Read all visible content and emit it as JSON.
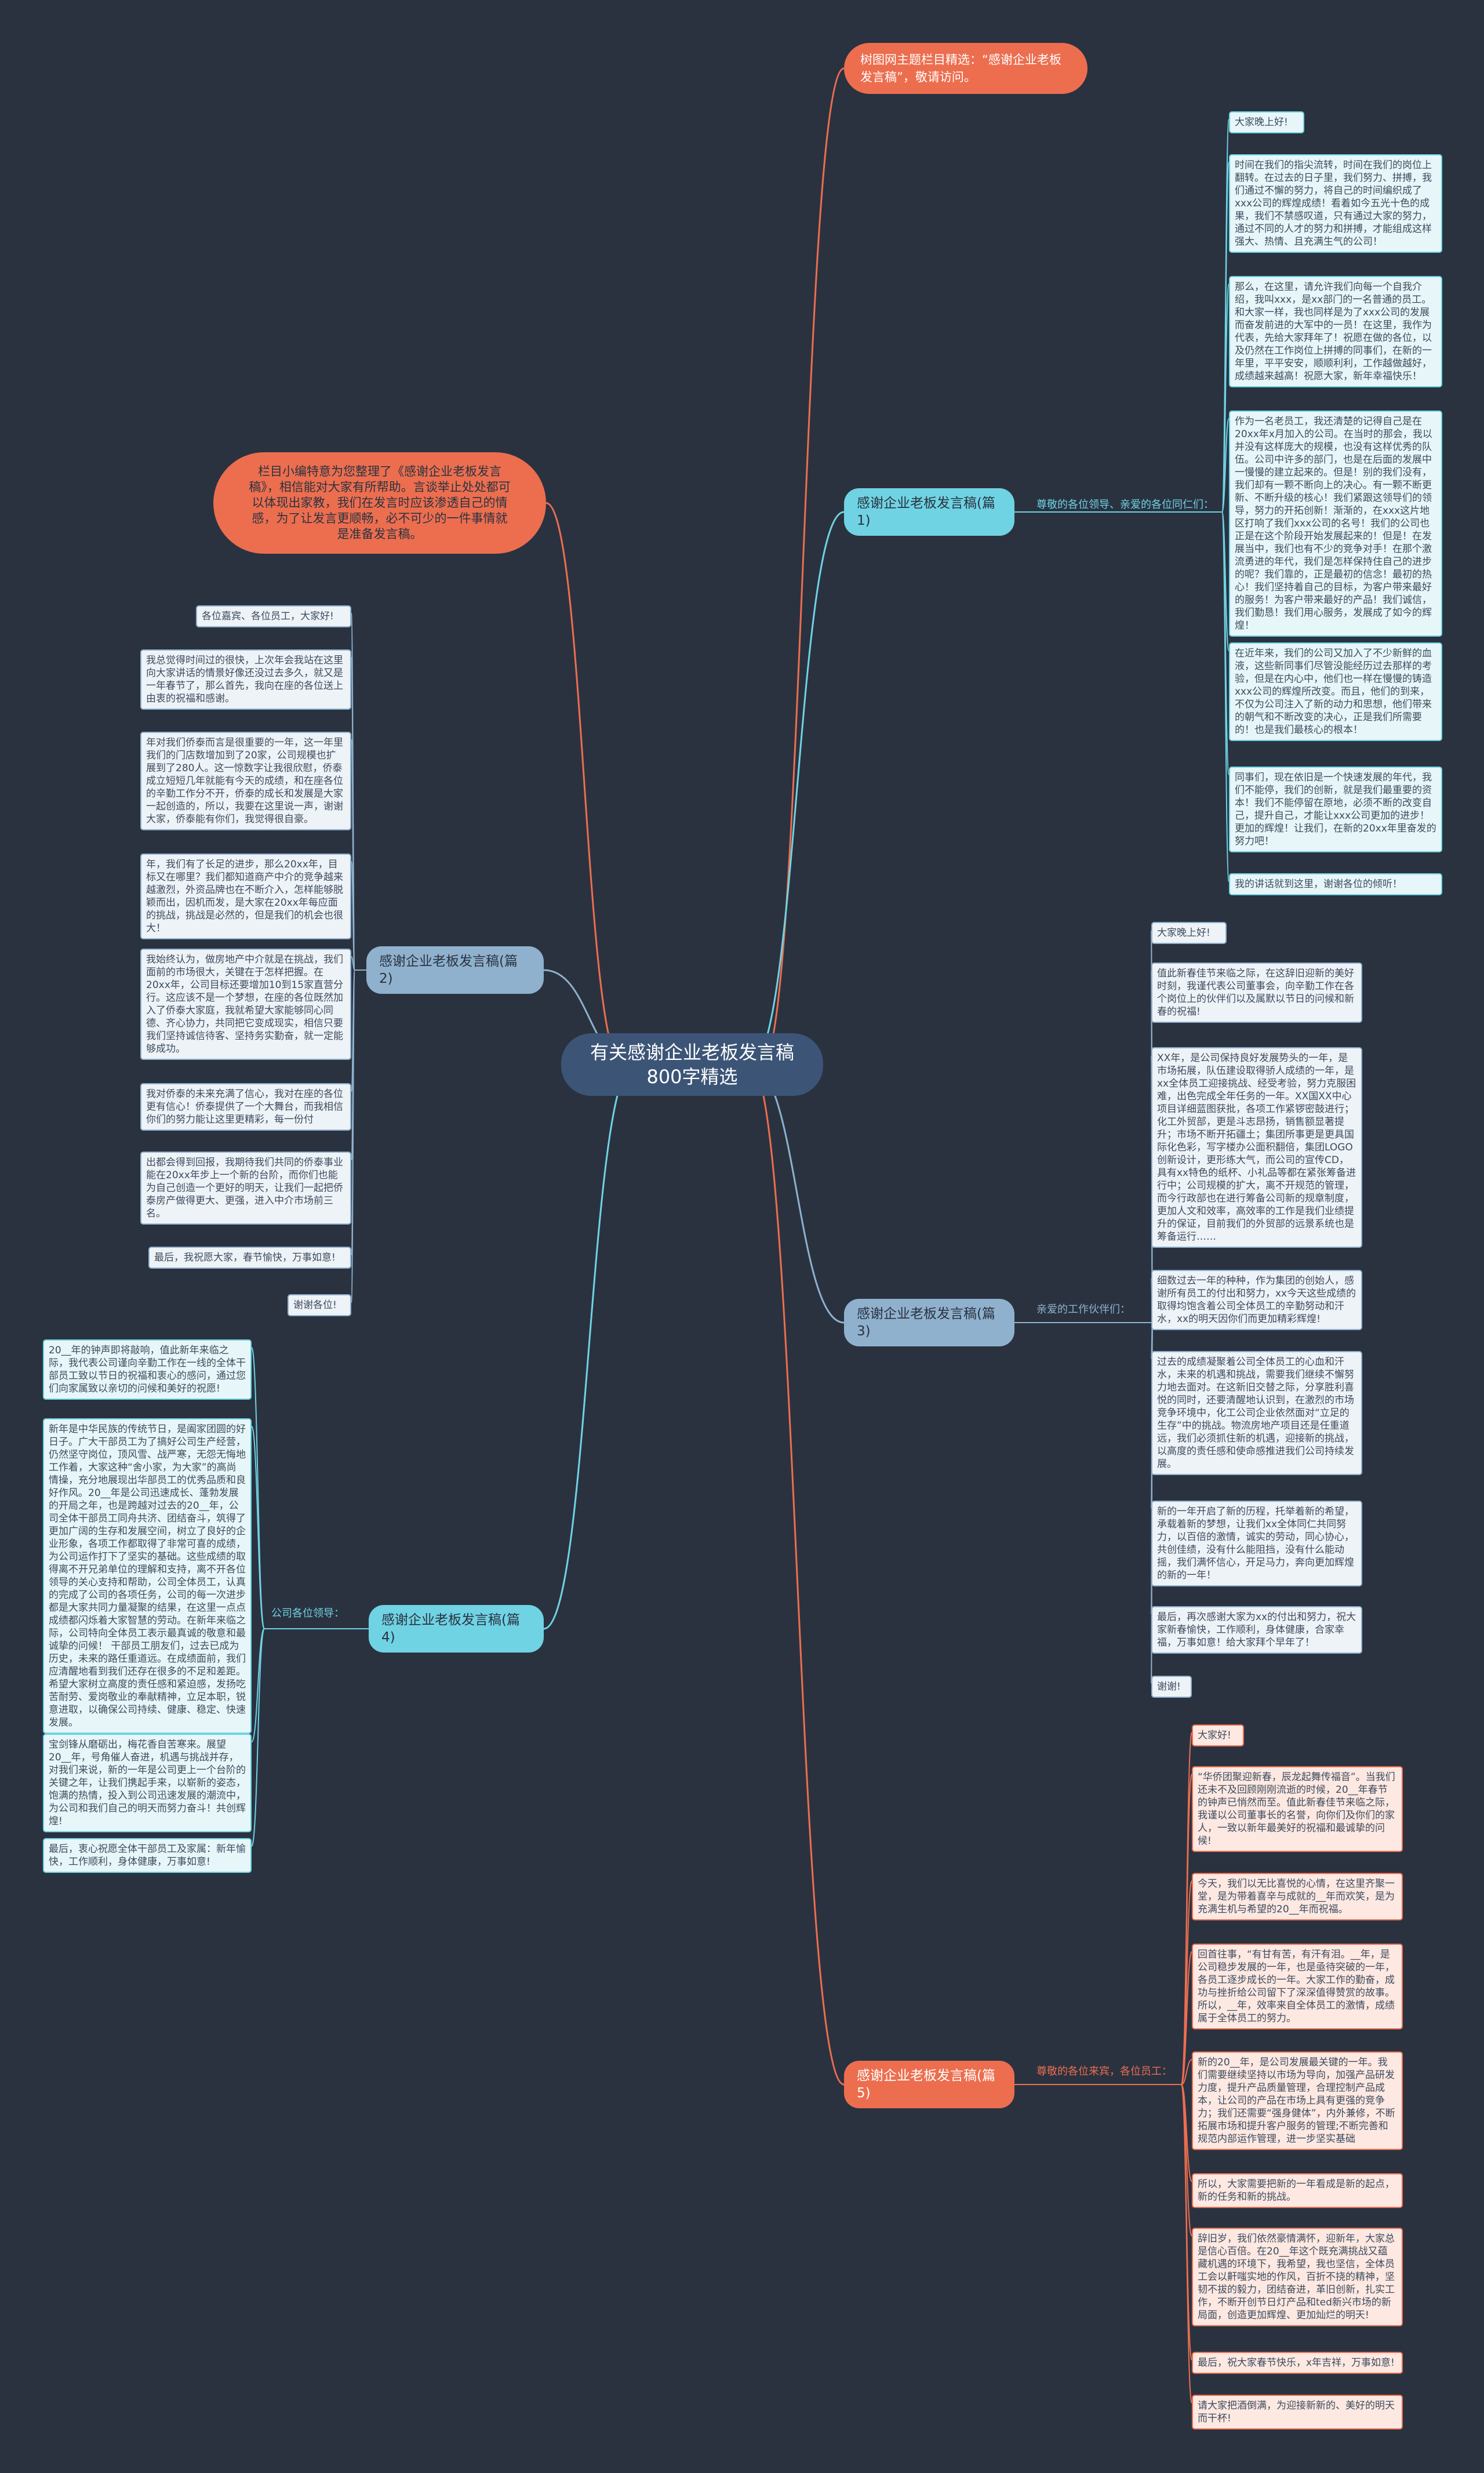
{
  "root": {
    "title": "有关感谢企业老板发言稿800字精选"
  },
  "intro_bubble": {
    "text": "树图网主题栏目精选：“感谢企业老板发言稿”，敬请访问。"
  },
  "editor_bubble": {
    "text": "栏目小编特意为您整理了《感谢企业老板发言稿》，相信能对大家有所帮助。言谈举止处处都可以体现出家教，我们在发言时应该渗透自己的情感，为了让发言更顺畅，必不可少的一件事情就是准备发言稿。"
  },
  "branches": [
    {
      "title": "感谢企业老板发言稿(篇1)",
      "label": "尊敬的各位领导、亲爱的各位同仁们：",
      "leaves": [
        "大家晚上好!",
        "时间在我们的指尖流转，时间在我们的岗位上翻转。在过去的日子里，我们努力、拼搏，我们通过不懈的努力，将自己的时间编织成了xxx公司的辉煌成绩！看着如今五光十色的成果，我们不禁感叹道，只有通过大家的努力，通过不同的人才的努力和拼搏，才能组成这样强大、热情、且充满生气的公司！",
        "那么，在这里，请允许我们向每一个自我介绍，我叫xxx，是xx部门的一名普通的员工。和大家一样，我也同样是为了xxx公司的发展而奋发前进的大军中的一员！在这里，我作为代表，先给大家拜年了！祝愿在做的各位，以及仍然在工作岗位上拼搏的同事们，在新的一年里，平平安安，顺顺利利，工作越做越好，成绩越来越高！祝愿大家，新年幸福快乐！",
        "作为一名老员工，我还清楚的记得自己是在20xx年x月加入的公司。在当时的那会，我以并没有这样庞大的规模，也没有这样优秀的队伍。公司中许多的部门，也是在后面的发展中一慢慢的建立起来的。但是！别的我们没有，我们却有一颗不断向上的决心。有一颗不断更新、不断升级的核心！我们紧跟这领导们的领导，努力的开拓创新！渐渐的，在xxx这片地区打响了我们xxx公司的名号！我们的公司也正是在这个阶段开始发展起来的！但是！在发展当中，我们也有不少的竞争对手！在那个激流勇进的年代，我们是怎样保持住自己的进步的呢？我们靠的，正是最初的信念！最初的热心！我们坚持着自己的目标，为客户带来最好的服务！为客户带来最好的产品！我们诚信，我们勤恳！我们用心服务，发展成了如今的辉煌！",
        "在近年来，我们的公司又加入了不少新鲜的血液，这些新同事们尽管没能经历过去那样的考验，但是在内心中，他们也一样在慢慢的铸造xxx公司的辉煌所改变。而且，他们的到来，不仅为公司注入了新的动力和思想，他们带来的朝气和不断改变的决心，正是我们所需要的！也是我们最核心的根本！",
        "同事们，现在依旧是一个快速发展的年代，我们不能停，我们的创新，就是我们最重要的资本！我们不能停留在原地，必须不断的改变自己，提升自己，才能让xxx公司更加的进步！更加的辉煌！让我们，在新的20xx年里奋发的努力吧！",
        "我的讲话就到这里，谢谢各位的倾听！"
      ]
    },
    {
      "title": "感谢企业老板发言稿(篇2)",
      "label": "",
      "leaves": [
        "各位嘉宾、各位员工，大家好!",
        "我总觉得时间过的很快，上次年会我站在这里向大家讲话的情景好像还没过去多久，就又是一年春节了，那么首先，我向在座的各位送上由衷的祝福和感谢。",
        "年对我们侨泰而言是很重要的一年，这一年里我们的门店数增加到了20家，公司规模也扩展到了280人。这一惊数字让我很欣慰，侨泰成立短短几年就能有今天的成绩，和在座各位的辛勤工作分不开，侨泰的成长和发展是大家一起创造的，所以，我要在这里说一声，谢谢大家，侨泰能有你们，我觉得很自豪。",
        "年，我们有了长足的进步，那么20xx年，目标又在哪里？我们都知道商产中介的竞争越来越激烈，外资品牌也在不断介入，怎样能够脱颖而出，因机而发，是大家在20xx年每应面的挑战，挑战是必然的，但是我们的机会也很大！",
        "我始终认为，做房地产中介就是在挑战，我们面前的市场很大，关键在于怎样把握。在20xx年，公司目标还要增加10到15家直营分行。这应该不是一个梦想，在座的各位既然加入了侨泰大家庭，我就希望大家能够同心同德、齐心协力，共同把它变成现实，相信只要我们坚持诚信待客、坚持务实勤奋，就一定能够成功。",
        "我对侨泰的未来充满了信心，我对在座的各位更有信心！侨泰提供了一个大舞台，而我相信你们的努力能让这里更精彩，每一份付",
        "出都会得到回报，我期待我们共同的侨泰事业能在20xx年步上一个新的台阶，而你们也能为自己创造一个更好的明天，让我们一起把侨泰房产做得更大、更强，进入中介市场前三名。",
        "最后，我祝愿大家，春节愉快，万事如意!",
        "谢谢各位!"
      ]
    },
    {
      "title": "感谢企业老板发言稿(篇3)",
      "label": "亲爱的工作伙伴们：",
      "leaves": [
        "大家晚上好!",
        "值此新春佳节来临之际，在这辞旧迎新的美好时刻，我谨代表公司董事会，向辛勤工作在各个岗位上的伙伴们以及属默以节日的问候和新春的祝福!",
        "XX年，是公司保持良好发展势头的一年，是市场拓展，队伍建设取得骄人成绩的一年，是xx全体员工迎接挑战、经受考验，努力克服困难，出色完成全年任务的一年。XX国XX中心项目详细蓝图获批，各项工作紧锣密鼓进行；化工外贸部，更是斗志昂扬，销售额显著提升；市场不断开拓疆土；集团所事更是更具国际化色彩，写字楼办公面积翻倍，集团LOGO创新设计，更形练大气，而公司的宣传CD，具有xx特色的纸杯、小礼品等都在紧张筹备进行中；公司规模的扩大，离不开规范的管理，而今行政部也在进行筹备公司新的规章制度，更加人文和效率，高效率的工作是我们业绩提升的保证，目前我们的外贸部的远景系统也是筹备运行……",
        "细数过去一年的种种，作为集团的创始人，感谢所有员工的付出和努力，xx今天这些成绩的取得均饱含着公司全体员工的辛勤努动和汗水，xx的明天因你们而更加精彩辉煌!",
        "过去的成绩凝聚着公司全体员工的心血和汗水，未来的机遇和挑战，需要我们继续不懈努力地去面对。在这新旧交替之际，分享胜利喜悦的同时，还要清醒地认识到，在激烈的市场竞争环境中，化工公司企业依然面对“立足的生存”中的挑战。物流房地产项目还是任重道远，我们必须抓住新的机遇，迎接新的挑战，以高度的责任感和使命感推进我们公司持续发展。",
        "新的一年开启了新的历程，托举着新的希望，承载着新的梦想，让我们xx全体同仁共同努力，以百倍的激情，诚实的劳动，同心协心，共创佳绩，没有什么能阻挡，没有什么能动摇，我们满怀信心，开足马力，奔向更加辉煌的新的一年！",
        "最后，再次感谢大家为xx的付出和努力，祝大家新春愉快，工作顺利，身体健康，合家幸福，万事如意！给大家拜个早年了！",
        "谢谢!"
      ]
    },
    {
      "title": "感谢企业老板发言稿(篇4)",
      "label": "公司各位领导：",
      "leaves": [
        "20__年的钟声即将敲响，值此新年来临之际，我代表公司谨向辛勤工作在一线的全体干部员工致以节日的祝福和衷心的感问，通过您们向家属致以亲切的问候和美好的祝愿!",
        "新年是中华民族的传统节日，是阖家团圆的好日子。广大干部员工为了搞好公司生产经营，仍然坚守岗位，顶风雪、战严寒，无怨无悔地工作着，大家这种“舍小家，为大家”的高尚情操，充分地展现出华部员工的优秀品质和良好作风。20__年是公司迅速成长、蓬勃发展的开局之年，也是跨越对过去的20__年，公司全体干部员工同舟共济、团结奋斗，筑得了更加广阔的生存和发展空间，树立了良好的企业形象，各项工作都取得了非常可喜的成绩，为公司运作打下了坚实的基础。这些成绩的取得离不开兄弟单位的理解和支持，离不开各位领导的关心支持和帮助，公司全体员工，认真的完成了公司的各项任务，公司的每一次进步都是大家共同力量凝聚的结果，在这里一点点成绩都闪烁着大家智慧的劳动。在新年来临之际，公司特向全体员工表示最真诚的敬意和最诚挚的问候！ 干部员工朋友们，过去已成为历史，未来的路任重道远。在成绩面前，我们应清醒地看到我们还存在很多的不足和差距。希望大家树立高度的责任感和紧迫感，发扬吃苦耐劳、爱岗敬业的奉献精神，立足本职，锐意进取，以确保公司持续、健康、稳定、快速发展。",
        "宝剑锋从磨砺出，梅花香自苦寒来。展望20__年，号角催人奋进，机遇与挑战并存，对我们来说，新的一年是公司更上一个台阶的关键之年，让我们携起手来，以崭新的姿态，饱满的热情，投入到公司迅速发展的潮流中，为公司和我们自己的明天而努力奋斗！共创辉煌!",
        "最后，衷心祝愿全体干部员工及家属：新年愉快，工作顺利，身体健康，万事如意!"
      ]
    },
    {
      "title": "感谢企业老板发言稿(篇5)",
      "label": "尊敬的各位来宾，各位员工：",
      "leaves": [
        "大家好!",
        "“华侨团聚迎新春，辰龙起舞传福音”。当我们还未不及回顾刚刚流逝的时候，20__年春节的钟声已悄然而至。值此新春佳节来临之际，我谨以公司董事长的名誉，向你们及你们的家人，一致以新年最美好的祝福和最诚挚的问候!",
        "今天，我们以无比喜悦的心情，在这里齐聚一堂，是为带着喜辛与成就的__年而欢笑，是为充满生机与希望的20__年而祝福。",
        "回首往事，“有甘有苦，有汗有泪。__年，是公司稳步发展的一年，也是亟待突破的一年，各员工逐步成长的一年。大家工作的勤奋，成功与挫折给公司留下了深深值得赞赏的故事。所以，__年，效率来自全体员工的激情，成绩属于全体员工的努力。",
        "新的20__年，是公司发展最关键的一年。我们需要继续坚持以市场为导向，加强产品研发力度，提升产品质量管理，合理控制产品成本，让公司的产品在市场上具有更强的竞争力；我们还需要“强身健体”，内外兼修，不断拓展市场和提升客户服务的管理;不断完善和规范内部运作管理，进一步坚实基础",
        "所以，大家需要把新的一年看成是新的起点，新的任务和新的挑战。",
        "辞旧岁，我们依然豪情满怀，迎新年，大家总是信心百倍。在20__年这个既充满挑战又蕴藏机遇的环境下，我希望，我也坚信，全体员工会以鼾嗤实地的作风，百折不挠的精神，坚韧不拔的毅力，团结奋进，革旧创新，扎实工作，不断开创节日灯产品和ted新兴市场的新局面，创造更加辉煌、更加灿烂的明天!",
        "最后，祝大家春节快乐，x年吉祥，万事如意!",
        "请大家把酒倒满，为迎接新新的、美好的明天而干杯!"
      ]
    }
  ],
  "colors": {
    "background": "#2a3240",
    "root": "#3c5577",
    "teal": "#6fd3e3",
    "steel": "#8fb1cd",
    "red": "#ec6e4f"
  }
}
